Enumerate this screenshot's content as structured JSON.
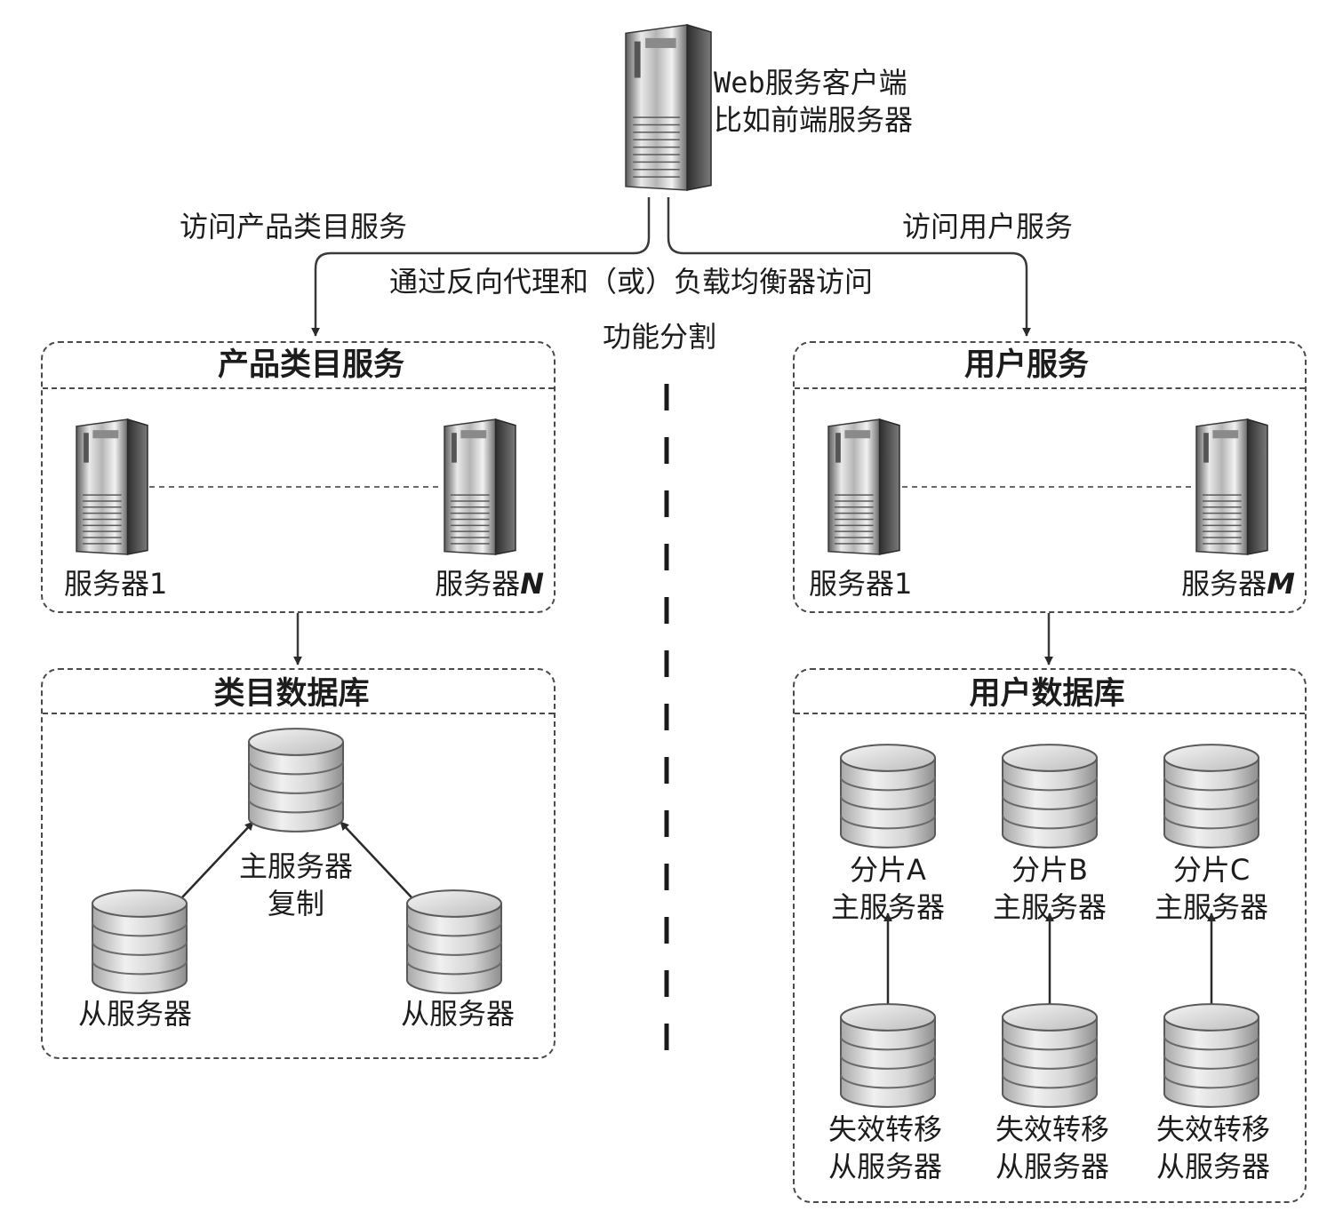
{
  "client": {
    "line1_prefix": "Web",
    "line1_rest": "服务客户端",
    "line2": "比如前端服务器"
  },
  "routes": {
    "left": "访问产品类目服务",
    "right": "访问用户服务",
    "middle": "通过反向代理和（或）负载均衡器访问"
  },
  "divider_label": "功能分割",
  "catalog_service": {
    "title": "产品类目服务",
    "server_first": "服务器1",
    "server_last_prefix": "服务器",
    "server_last_var": "N"
  },
  "user_service": {
    "title": "用户服务",
    "server_first": "服务器1",
    "server_last_prefix": "服务器",
    "server_last_var": "M"
  },
  "catalog_db": {
    "title": "类目数据库",
    "master_line1": "主服务器",
    "master_line2": "复制",
    "slave_left": "从服务器",
    "slave_right": "从服务器"
  },
  "user_db": {
    "title": "用户数据库",
    "shards": [
      {
        "shard": "分片A",
        "master": "主服务器",
        "fo_line1": "失效转移",
        "fo_line2": "从服务器"
      },
      {
        "shard": "分片B",
        "master": "主服务器",
        "fo_line1": "失效转移",
        "fo_line2": "从服务器"
      },
      {
        "shard": "分片C",
        "master": "主服务器",
        "fo_line1": "失效转移",
        "fo_line2": "从服务器"
      }
    ]
  },
  "colors": {
    "line": "#3a3a3a",
    "dashed_border": "#4a4a4a",
    "server_dark": "#4a4a4a",
    "server_light": "#e8e8e8",
    "db_fill": "#dcdcdc",
    "db_stroke": "#5a5a5a"
  }
}
